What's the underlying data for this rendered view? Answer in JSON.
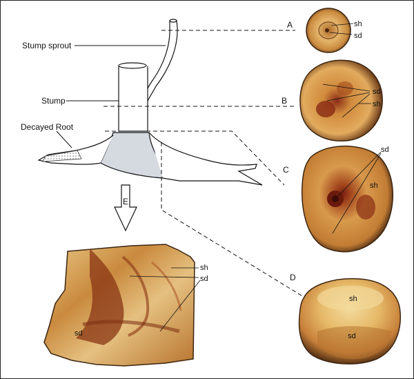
{
  "left_labels": {
    "stump_sprout": "Stump sprout",
    "stump": "Stump",
    "decayed_root": "Decayed Root",
    "section_e": "E"
  },
  "sections": {
    "a": "A",
    "b": "B",
    "c": "C",
    "d": "D"
  },
  "photo_labels": {
    "a_sh": "sh",
    "a_sd": "sd",
    "b_sd": "sd",
    "b_sh": "sh",
    "c_sd": "sd",
    "c_sh": "sh",
    "d_sh": "sh",
    "d_sd": "sd",
    "e_sh": "sh",
    "e_sd_top": "sd",
    "e_sd_left": "sd"
  },
  "colors": {
    "wood_light": "#e8c98a",
    "wood_mid": "#c98a3e",
    "wood_dark": "#7a3a14",
    "decay_gray": "#d5d9e0",
    "line": "#111111"
  }
}
